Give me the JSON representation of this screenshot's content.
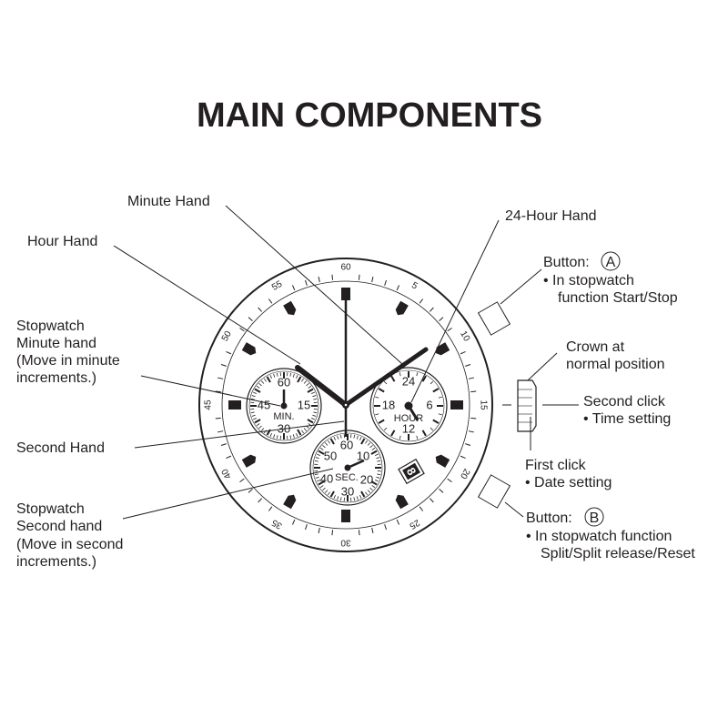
{
  "title": "MAIN COMPONENTS",
  "labels": {
    "minute_hand": "Minute Hand",
    "hour_hand": "Hour Hand",
    "hour24_hand": "24-Hour Hand",
    "sw_minute": [
      "Stopwatch",
      "Minute hand",
      "(Move in minute",
      "increments.)"
    ],
    "second_hand": "Second Hand",
    "sw_second": [
      "Stopwatch",
      "Second hand",
      "(Move in second",
      "increments.)"
    ],
    "button_a": {
      "prefix": "Button:",
      "letter": "A",
      "lines": [
        "•  In stopwatch",
        "function Start/Stop"
      ]
    },
    "crown": [
      "Crown at",
      "normal position"
    ],
    "second_click": [
      "Second click",
      "• Time setting"
    ],
    "first_click": [
      "First click",
      "• Date setting"
    ],
    "button_b": {
      "prefix": "Button:",
      "letter": "B",
      "lines": [
        "•  In stopwatch function",
        "Split/Split release/Reset"
      ]
    }
  },
  "bezel_numbers": [
    "60",
    "5",
    "10",
    "15",
    "20",
    "25",
    "30",
    "35",
    "40",
    "45",
    "50",
    "55"
  ],
  "subdials": {
    "minute": {
      "numbers": [
        "60",
        "15",
        "30",
        "45"
      ],
      "label": "MIN."
    },
    "hour24": {
      "numbers": [
        "24",
        "6",
        "12",
        "18"
      ],
      "label": "HOUR"
    },
    "second": {
      "numbers": [
        "60",
        "10",
        "20",
        "30",
        "40",
        "50"
      ],
      "label": "SEC."
    }
  },
  "date_window": "8"
}
